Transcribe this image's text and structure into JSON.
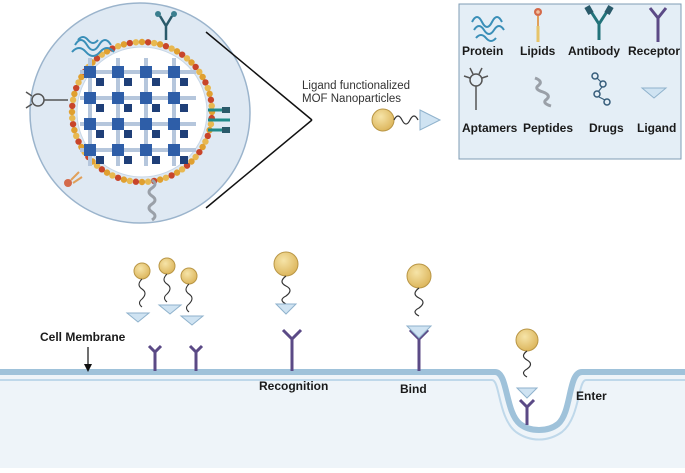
{
  "mof_label": {
    "line1": "Ligand functionalized",
    "line2": "MOF Nanoparticles"
  },
  "legend": {
    "items": [
      {
        "label": "Protein",
        "icon": "protein-icon"
      },
      {
        "label": "Lipids",
        "icon": "lipids-icon"
      },
      {
        "label": "Antibody",
        "icon": "antibody-icon"
      },
      {
        "label": "Receptor",
        "icon": "receptor-icon"
      },
      {
        "label": "Aptamers",
        "icon": "aptamer-icon"
      },
      {
        "label": "Peptides",
        "icon": "peptide-icon"
      },
      {
        "label": "Drugs",
        "icon": "drug-icon"
      },
      {
        "label": "Ligand",
        "icon": "ligand-triangle-icon"
      }
    ]
  },
  "process": {
    "cell_membrane": "Cell Membrane",
    "recognition": "Recognition",
    "bind": "Bind",
    "enter": "Enter"
  },
  "colors": {
    "nanoparticle": "#e8c97a",
    "receptor": "#5b4a86",
    "ligand": "#cfe3f2",
    "membrane": "#bcd8ea",
    "legend_bg": "#e4eef6",
    "circle_bg": "#dfe9f3",
    "mof_cube": "#2e5ea8"
  }
}
